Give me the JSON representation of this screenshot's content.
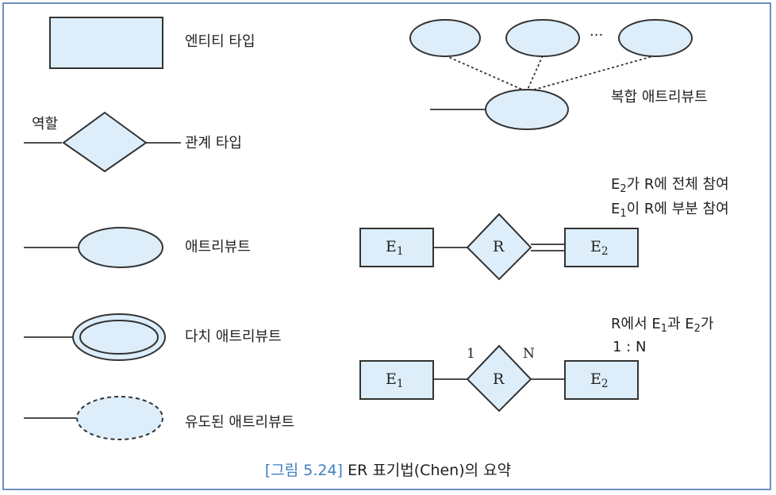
{
  "legend": {
    "entity_type": "엔티티 타입",
    "role": "역할",
    "relationship_type": "관계 타입",
    "attribute": "애트리뷰트",
    "multivalued_attribute": "다치 애트리뷰트",
    "derived_attribute": "유도된 애트리뷰트",
    "composite_attribute": "복합 애트리뷰트",
    "ellipsis": "···"
  },
  "participation_example": {
    "entity1": {
      "base": "E",
      "sub": "1"
    },
    "relation": "R",
    "entity2": {
      "base": "E",
      "sub": "2"
    },
    "note_line1": {
      "pre": "E",
      "sub": "2",
      "post": "가 R에 전체 참여"
    },
    "note_line2": {
      "pre": "E",
      "sub": "1",
      "post": "이 R에 부분 참여"
    }
  },
  "cardinality_example": {
    "entity1": {
      "base": "E",
      "sub": "1"
    },
    "relation": "R",
    "entity2": {
      "base": "E",
      "sub": "2"
    },
    "left_card": "1",
    "right_card": "N",
    "note_line1": {
      "a": "R에서 E",
      "sub1": "1",
      "b": "과 E",
      "sub2": "2",
      "c": "가"
    },
    "note_line2": "1 : N"
  },
  "caption": {
    "figure_number": "[그림 5.24]",
    "title": "ER 표기법(Chen)의 요약"
  },
  "colors": {
    "shape_fill": "#ddeefa",
    "stroke": "#333333",
    "frame_border": "#6f8fc0",
    "caption_accent": "#3e7fc1"
  }
}
